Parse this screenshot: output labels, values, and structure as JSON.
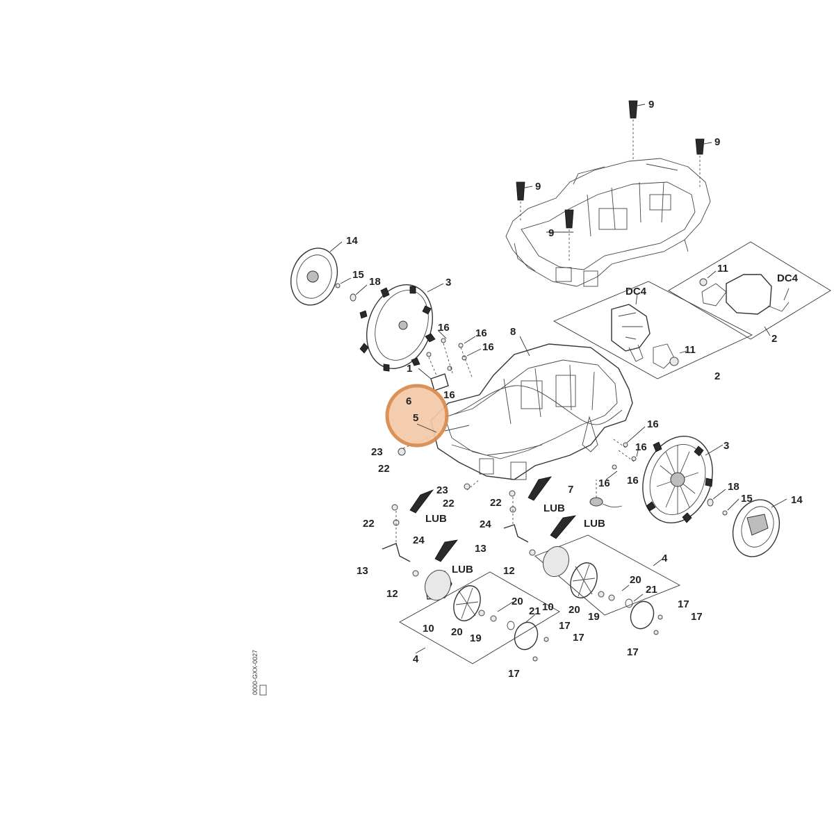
{
  "labels": {
    "p1": "1",
    "p2a": "2",
    "p2b": "2",
    "p3a": "3",
    "p3b": "3",
    "p4a": "4",
    "p4b": "4",
    "p5": "5",
    "p6": "6",
    "p7": "7",
    "p8": "8",
    "p9a": "9",
    "p9b": "9",
    "p9c": "9",
    "p9d": "9",
    "p10a": "10",
    "p10b": "10",
    "p11a": "11",
    "p11b": "11",
    "p12a": "12",
    "p12b": "12",
    "p13a": "13",
    "p13b": "13",
    "p14a": "14",
    "p14b": "14",
    "p15a": "15",
    "p15b": "15",
    "p16a": "16",
    "p16b": "16",
    "p16c": "16",
    "p16d": "16",
    "p16e": "16",
    "p16f": "16",
    "p16g": "16",
    "p16h": "16",
    "p17a": "17",
    "p17b": "17",
    "p17c": "17",
    "p17d": "17",
    "p17e": "17",
    "p17f": "17",
    "p18a": "18",
    "p18b": "18",
    "p19a": "19",
    "p19b": "19",
    "p20a": "20",
    "p20b": "20",
    "p20c": "20",
    "p20d": "20",
    "p21a": "21",
    "p21b": "21",
    "p22a": "22",
    "p22b": "22",
    "p22c": "22",
    "p22d": "22",
    "p23a": "23",
    "p23b": "23",
    "p24a": "24",
    "p24b": "24",
    "dc4a": "DC4",
    "dc4b": "DC4",
    "luba": "LUB",
    "lubb": "LUB",
    "lubc": "LUB",
    "lubd": "LUB"
  },
  "drawing_code": "0000-GXX-0027",
  "highlight_color": "#d9894a",
  "highlight_fill": "#f2c9a8"
}
